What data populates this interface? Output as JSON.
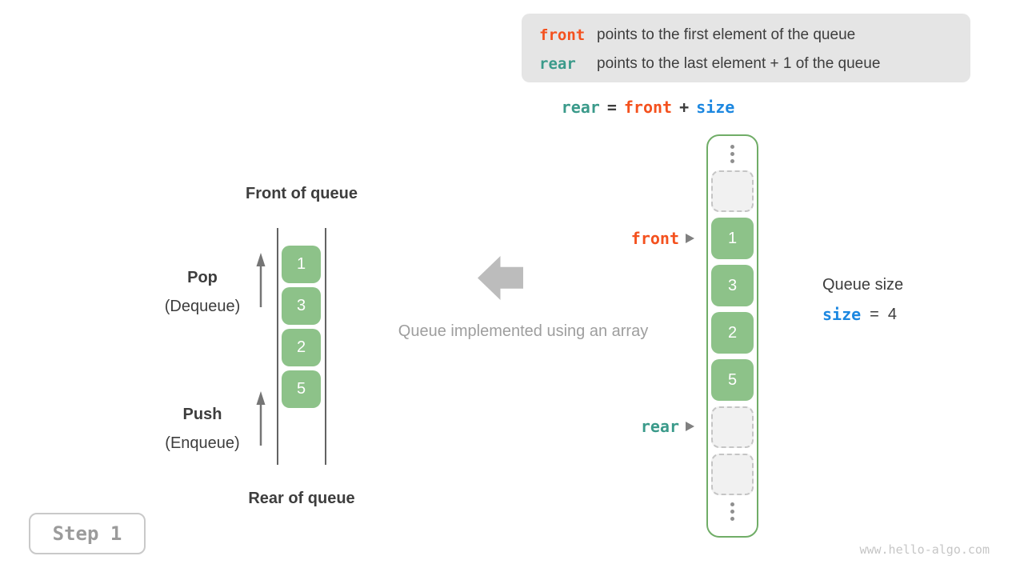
{
  "colors": {
    "front_orange": "#f4511e",
    "rear_teal": "#3a9a8a",
    "size_blue": "#1c87e0",
    "cell_green": "#8dc289",
    "container_green_border": "#70ad67",
    "info_box_bg": "#e5e5e5",
    "muted_gray": "#9e9e9e",
    "dark_text": "#3d3d3d"
  },
  "icons": {
    "pointer": "right-arrowhead",
    "middle": "left-block-arrow",
    "operations": "up-arrow",
    "array_overflow": "vertical-ellipsis"
  },
  "info_box": {
    "lines": [
      {
        "keyword": "front",
        "text": "points to the first element of the queue"
      },
      {
        "keyword": "rear",
        "text": "points to the last element + 1 of the queue"
      }
    ]
  },
  "formula": {
    "tokens": [
      {
        "text": "rear",
        "color": "teal"
      },
      {
        "text": "=",
        "color": "dark"
      },
      {
        "text": "front",
        "color": "orange"
      },
      {
        "text": "+",
        "color": "dark"
      },
      {
        "text": "size",
        "color": "blue"
      }
    ]
  },
  "left_diagram": {
    "top_label": "Front of queue",
    "bottom_label": "Rear of queue",
    "values": [
      "1",
      "3",
      "2",
      "5"
    ],
    "pop_label": "Pop",
    "pop_sublabel": "(Dequeue)",
    "push_label": "Push",
    "push_sublabel": "(Enqueue)"
  },
  "middle": {
    "caption": "Queue implemented using an array"
  },
  "right_array": {
    "front_label": "front",
    "rear_label": "rear",
    "slots": [
      {
        "type": "dots"
      },
      {
        "type": "empty"
      },
      {
        "type": "value",
        "value": "1"
      },
      {
        "type": "value",
        "value": "3"
      },
      {
        "type": "value",
        "value": "2"
      },
      {
        "type": "value",
        "value": "5"
      },
      {
        "type": "empty"
      },
      {
        "type": "empty"
      },
      {
        "type": "dots"
      }
    ]
  },
  "size_panel": {
    "title": "Queue size",
    "variable": "size",
    "equals": "=",
    "value": "4"
  },
  "step_badge": {
    "label": "Step 1"
  },
  "watermark": {
    "text": "www.hello-algo.com"
  }
}
